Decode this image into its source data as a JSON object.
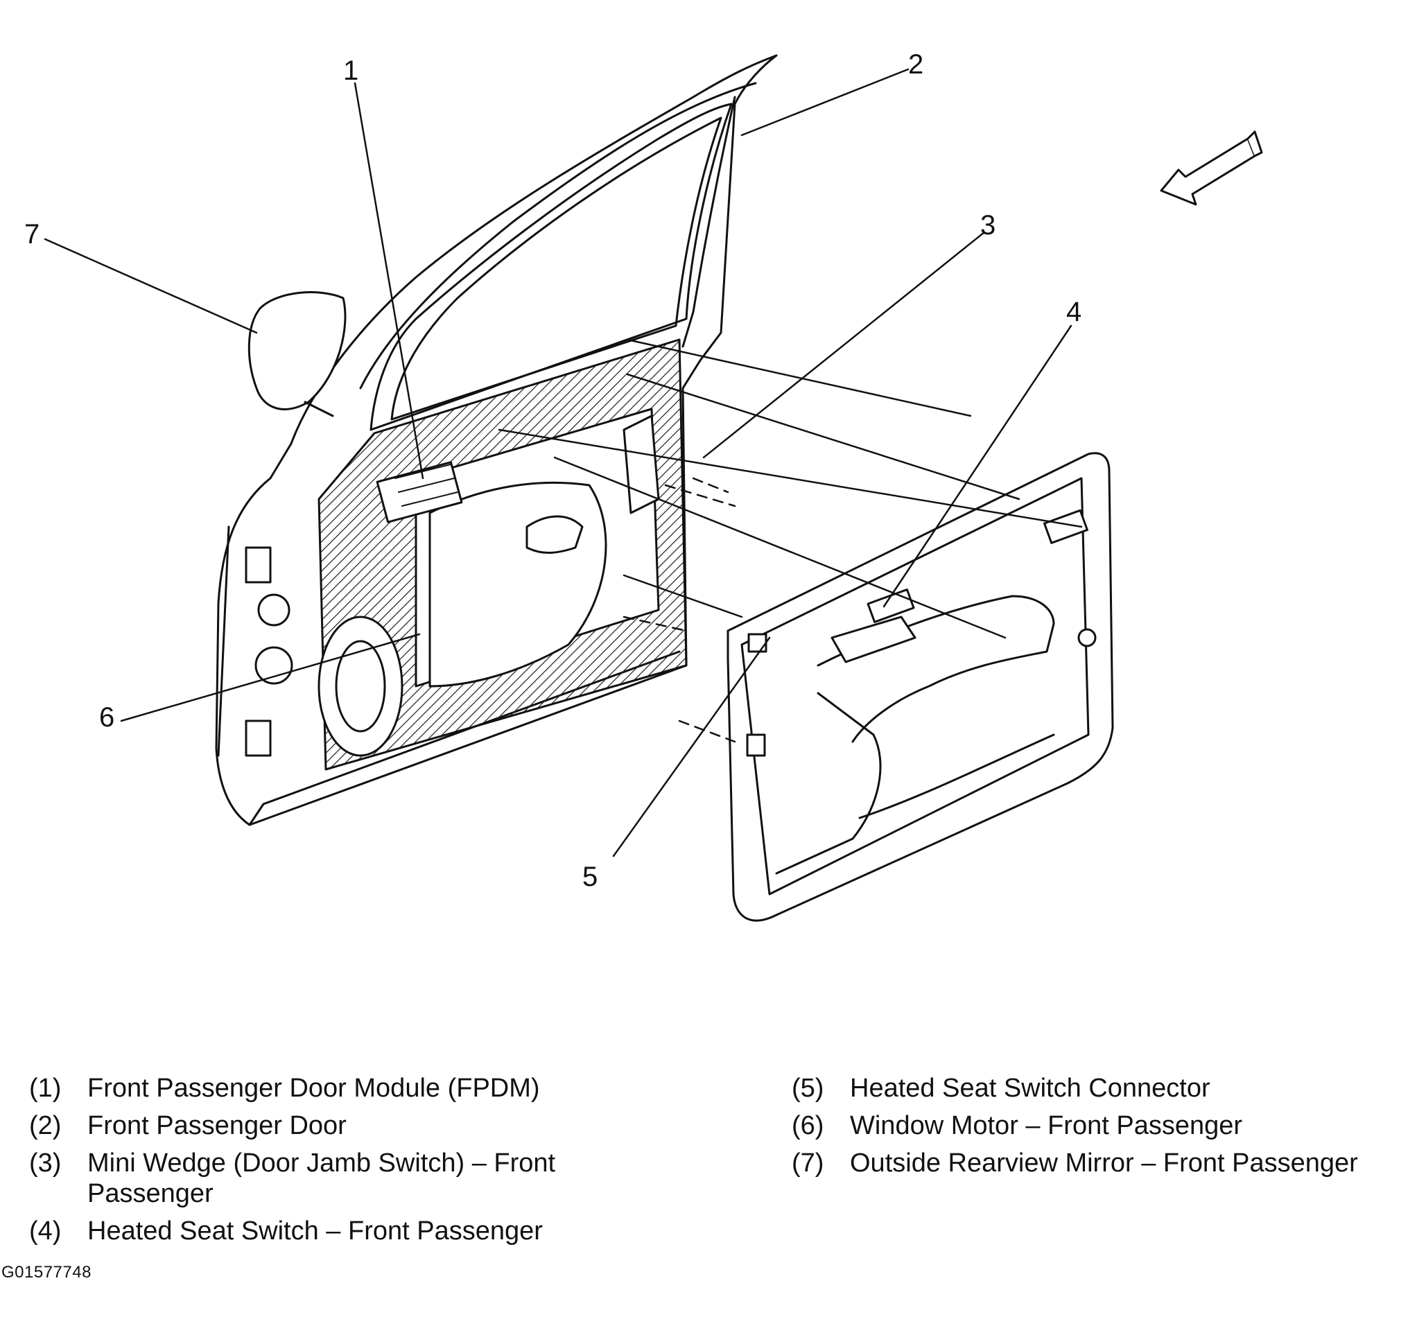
{
  "callouts": [
    "1",
    "2",
    "3",
    "4",
    "5",
    "6",
    "7"
  ],
  "legend": [
    {
      "num": "(1)",
      "text": "Front Passenger Door Module (FPDM)"
    },
    {
      "num": "(2)",
      "text": "Front Passenger Door"
    },
    {
      "num": "(3)",
      "text": "Mini Wedge (Door Jamb Switch) – Front Passenger"
    },
    {
      "num": "(4)",
      "text": "Heated Seat Switch – Front Passenger"
    },
    {
      "num": "(5)",
      "text": "Heated Seat Switch Connector"
    },
    {
      "num": "(6)",
      "text": "Window Motor – Front Passenger"
    },
    {
      "num": "(7)",
      "text": "Outside Rearview Mirror – Front Passenger"
    }
  ],
  "figure_id": "G01577748",
  "colors": {
    "line": "#111111",
    "hatch": "#222222",
    "background": "#ffffff"
  }
}
